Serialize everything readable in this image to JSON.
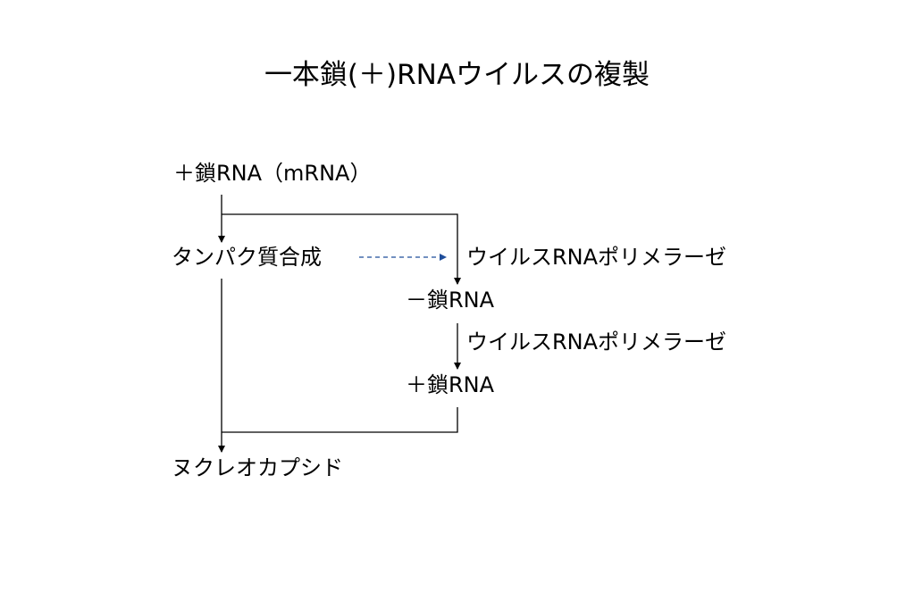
{
  "title": "一本鎖(＋)RNAウイルスの複製",
  "nodes": {
    "plus_mrna": "＋鎖RNA（mRNA）",
    "protein_synthesis": "タンパク質合成",
    "polymerase_1": "ウイルスRNAポリメラーゼ",
    "minus_rna": "－鎖RNA",
    "polymerase_2": "ウイルスRNAポリメラーゼ",
    "plus_rna": "＋鎖RNA",
    "nucleocapsid": "ヌクレオカプシド"
  },
  "colors": {
    "line": "#000000",
    "dashed_arrow": "#1f4e9a"
  }
}
